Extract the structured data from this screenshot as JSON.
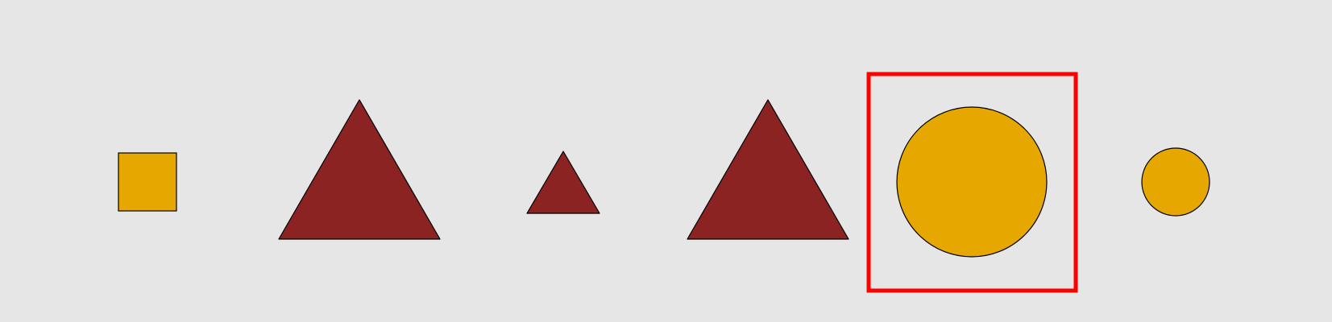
{
  "colors": {
    "background": "#e6e6e6",
    "orange": "#e5a700",
    "dark_red": "#8b2323",
    "stroke": "#000000",
    "highlight": "#ff0000"
  },
  "shapes": [
    {
      "id": "shape-1",
      "kind": "square",
      "color": "orange"
    },
    {
      "id": "shape-2",
      "kind": "triangle",
      "color": "dark_red",
      "size": "large"
    },
    {
      "id": "shape-3",
      "kind": "triangle",
      "color": "dark_red",
      "size": "small"
    },
    {
      "id": "shape-4",
      "kind": "triangle",
      "color": "dark_red",
      "size": "large"
    },
    {
      "id": "shape-5",
      "kind": "circle",
      "color": "orange",
      "size": "large",
      "highlighted": true
    },
    {
      "id": "shape-6",
      "kind": "circle",
      "color": "orange",
      "size": "small"
    }
  ]
}
